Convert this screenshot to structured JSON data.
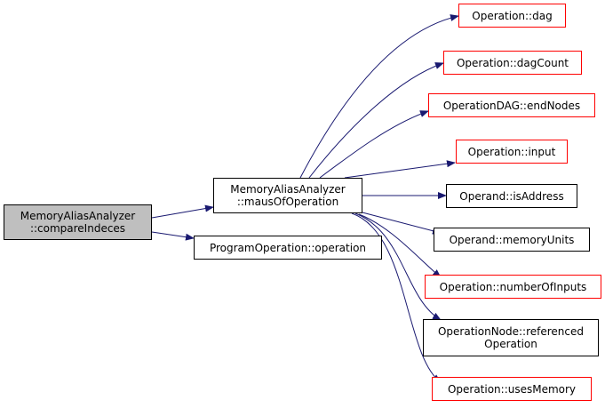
{
  "graph": {
    "root": {
      "line1": "MemoryAliasAnalyzer",
      "line2": "::compareIndeces"
    },
    "maus": {
      "line1": "MemoryAliasAnalyzer",
      "line2": "::mausOfOperation"
    },
    "program_operation": {
      "label": "ProgramOperation::operation"
    },
    "callees": [
      {
        "label": "Operation::dag"
      },
      {
        "label": "Operation::dagCount"
      },
      {
        "label": "OperationDAG::endNodes"
      },
      {
        "label": "Operation::input"
      },
      {
        "label": "Operand::isAddress"
      },
      {
        "label": "Operand::memoryUnits"
      },
      {
        "label": "Operation::numberOfInputs"
      },
      {
        "line1": "OperationNode::referenced",
        "line2": "Operation"
      },
      {
        "label": "Operation::usesMemory"
      }
    ]
  },
  "colors": {
    "edge": "#191970",
    "root_fill": "#bfbfbf",
    "red_border": "#ff0000",
    "black_border": "#000000"
  }
}
